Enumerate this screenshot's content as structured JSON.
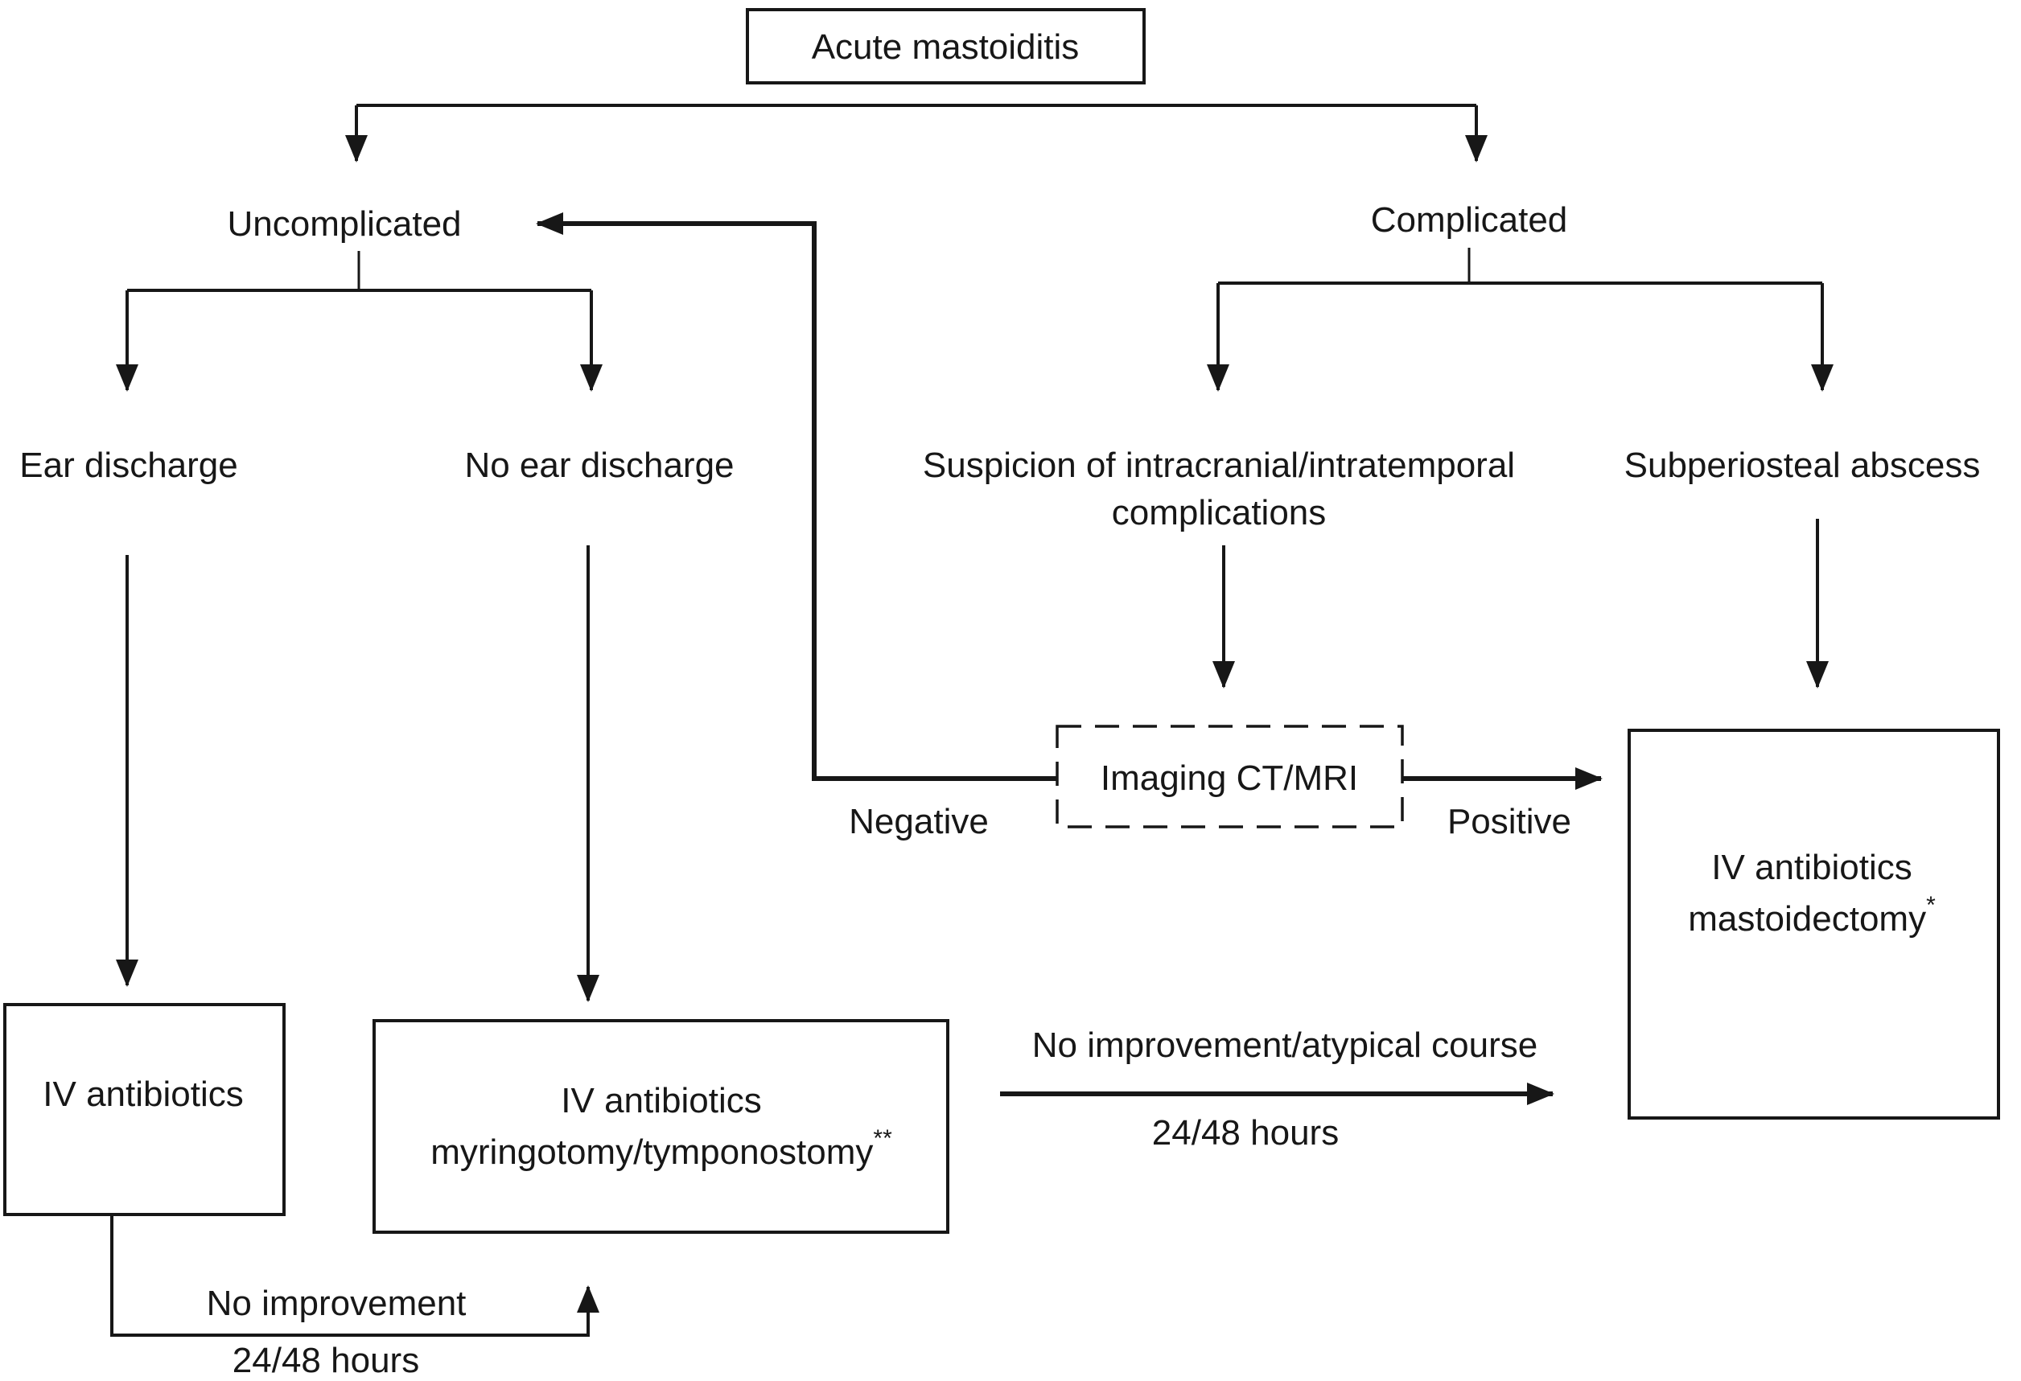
{
  "diagram": {
    "root": {
      "label": "Acute mastoiditis"
    },
    "branches": {
      "uncomplicated": {
        "label": "Uncomplicated"
      },
      "complicated": {
        "label": "Complicated"
      }
    },
    "conditions": {
      "ear_discharge": {
        "label": "Ear discharge"
      },
      "no_ear_discharge": {
        "label": "No ear discharge"
      },
      "suspicion": {
        "label_line1": "Suspicion of intracranial/intratemporal",
        "label_line2": "complications"
      },
      "subperiosteal": {
        "label": "Subperiosteal abscess"
      }
    },
    "imaging": {
      "label": "Imaging CT/MRI"
    },
    "treatments": {
      "iv_antibiotics": {
        "label": "IV antibiotics"
      },
      "iv_myringotomy": {
        "line1": "IV antibiotics",
        "line2": "myringotomy/tymponostomy",
        "superscript": "**"
      },
      "iv_mastoidectomy": {
        "line1": "IV antibiotics",
        "line2": "mastoidectomy",
        "superscript": "*"
      }
    },
    "edge_labels": {
      "negative": "Negative",
      "positive": "Positive",
      "no_improvement": "No improvement",
      "no_improvement_hours": "24/48 hours",
      "atypical_course": "No improvement/atypical course",
      "atypical_course_hours": "24/48 hours"
    },
    "colors": {
      "line": "#171717",
      "text": "#171717",
      "background": "#ffffff"
    }
  }
}
